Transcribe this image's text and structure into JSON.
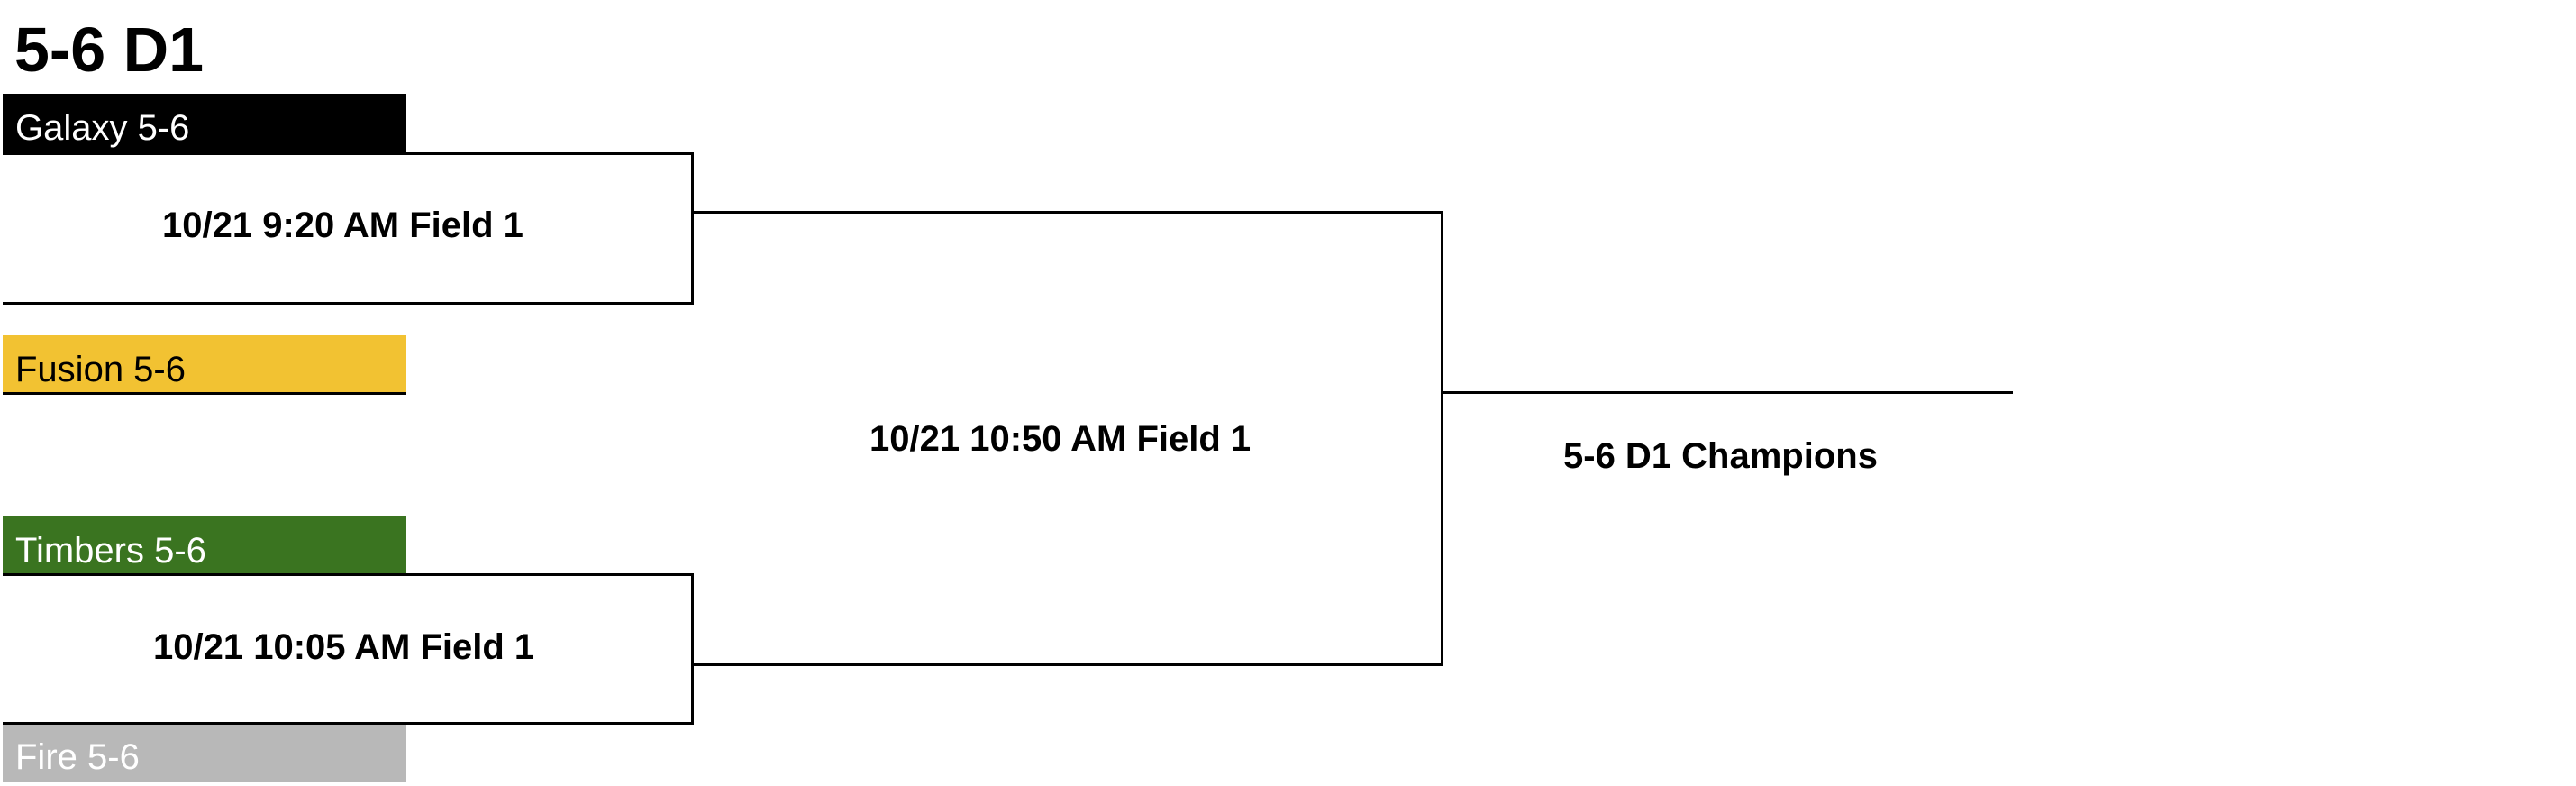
{
  "bracket": {
    "title": "5-6 D1",
    "teams": [
      {
        "name": "Galaxy 5-6",
        "bg": "#000000",
        "fg": "#ffffff"
      },
      {
        "name": "Fusion 5-6",
        "bg": "#f2c232",
        "fg": "#000000"
      },
      {
        "name": "Timbers 5-6",
        "bg": "#3a7420",
        "fg": "#ffffff"
      },
      {
        "name": "Fire 5-6",
        "bg": "#b8b8b8",
        "fg": "#ffffff"
      }
    ],
    "games": [
      {
        "label": "10/21 9:20 AM Field 1"
      },
      {
        "label": "10/21 10:05 AM Field 1"
      },
      {
        "label": "10/21 10:50 AM Field 1"
      }
    ],
    "champion_label": "5-6 D1 Champions"
  }
}
